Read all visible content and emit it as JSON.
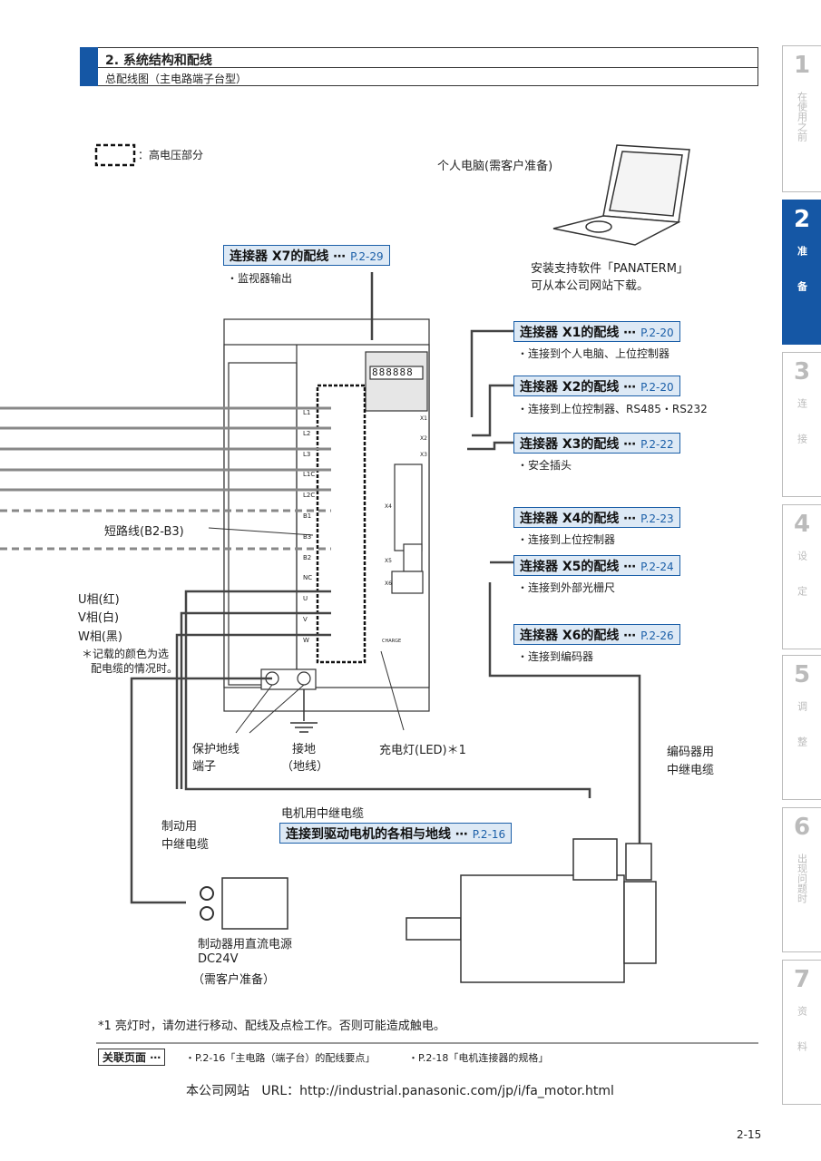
{
  "header": {
    "section": "2. 系统结构和配线",
    "subtitle": "总配线图（主电路端子台型）"
  },
  "legend": {
    "label": "：高电压部分"
  },
  "pc": {
    "label": "个人电脑(需客户准备)",
    "note1": "安装支持软件「PANATERM」",
    "note2": "可从本公司网站下载。"
  },
  "connectors": [
    {
      "title": "连接器 X7的配线",
      "ref": "P.2-29",
      "desc": "・监视器输出"
    },
    {
      "title": "连接器 X1的配线",
      "ref": "P.2-20",
      "desc": "・连接到个人电脑、上位控制器"
    },
    {
      "title": "连接器 X2的配线",
      "ref": "P.2-20",
      "desc": "・连接到上位控制器、RS485・RS232"
    },
    {
      "title": "连接器 X3的配线",
      "ref": "P.2-22",
      "desc": "・安全插头"
    },
    {
      "title": "连接器 X4的配线",
      "ref": "P.2-23",
      "desc": "・连接到上位控制器"
    },
    {
      "title": "连接器 X5的配线",
      "ref": "P.2-24",
      "desc": "・连接到外部光栅尺"
    },
    {
      "title": "连接器 X6的配线",
      "ref": "P.2-26",
      "desc": "・连接到编码器"
    }
  ],
  "terminals": [
    "L1",
    "L2",
    "L3",
    "L1C",
    "L2C",
    "B1",
    "B3",
    "B2",
    "NC",
    "U",
    "V",
    "W"
  ],
  "display": "888888",
  "ports": [
    "X1",
    "X2",
    "X3",
    "X4",
    "X5",
    "X6"
  ],
  "charge_label": "CHARGE",
  "labels": {
    "shortbar": "短路线(B2-B3)",
    "u": "U相(红)",
    "v": "V相(白)",
    "w": "W相(黑)",
    "note1": "＊记载的颜色为选",
    "note2": "配电缆的情况时。",
    "pe1": "保护地线",
    "pe2": "端子",
    "gnd1": "接地",
    "gnd2": "（地线）",
    "led": "充电灯(LED)＊1",
    "enc1": "编码器用",
    "enc2": "中继电缆",
    "motorcable": "电机用中继电缆",
    "brake1": "制动用",
    "brake2": "中继电缆",
    "psu1": "制动器用直流电源",
    "psu2": "DC24V",
    "psu3": "（需客户准备）"
  },
  "motor_box": {
    "title": "连接到驱动电机的各相与地线",
    "ref": "P.2-16"
  },
  "footnote": "*1 亮灯时，请勿进行移动、配线及点检工作。否则可能造成触电。",
  "related": {
    "label": "关联页面",
    "items": [
      "・P.2-16「主电路（端子台）的配线要点」",
      "・P.2-18「电机连接器的规格」"
    ]
  },
  "website": {
    "label": "本公司网站",
    "url": "URL：http://industrial.panasonic.com/jp/i/fa_motor.html"
  },
  "page_number": "2-15",
  "tabs": [
    {
      "num": "1",
      "label": "在使用之前",
      "active": false
    },
    {
      "num": "2",
      "label": "准备",
      "active": true
    },
    {
      "num": "3",
      "label": "连接",
      "active": false
    },
    {
      "num": "4",
      "label": "设定",
      "active": false
    },
    {
      "num": "5",
      "label": "调整",
      "active": false
    },
    {
      "num": "6",
      "label": "出现问题时",
      "active": false
    },
    {
      "num": "7",
      "label": "资料",
      "active": false
    }
  ],
  "colors": {
    "accent": "#1557a5",
    "callout_bg": "#dde9f5"
  }
}
